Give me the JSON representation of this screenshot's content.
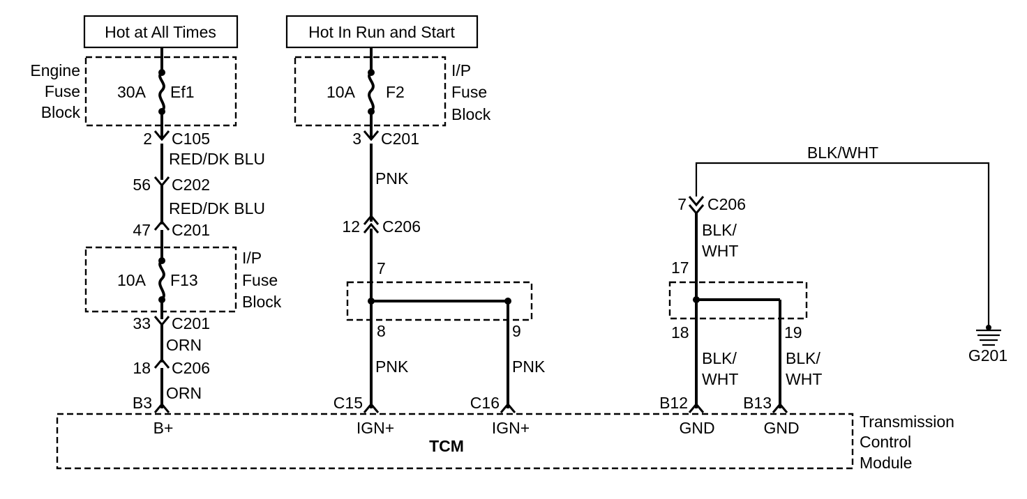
{
  "power_sources": {
    "hot_at_all_times": "Hot at All Times",
    "hot_in_run_start": "Hot In Run and Start"
  },
  "engine_fuse_block": {
    "label_line1": "Engine",
    "label_line2": "Fuse",
    "label_line3": "Block",
    "fuse_rating": "30A",
    "fuse_name": "Ef1"
  },
  "ip_fuse_block_f2": {
    "label_line1": "I/P",
    "label_line2": "Fuse",
    "label_line3": "Block",
    "fuse_rating": "10A",
    "fuse_name": "F2"
  },
  "ip_fuse_block_f13": {
    "label_line1": "I/P",
    "label_line2": "Fuse",
    "label_line3": "Block",
    "fuse_rating": "10A",
    "fuse_name": "F13"
  },
  "circuit_b_plus": {
    "c105_pin": "2",
    "c105": "C105",
    "wire1": "RED/DK BLU",
    "c202_pin": "56",
    "c202": "C202",
    "wire2": "RED/DK BLU",
    "c201a_pin": "47",
    "c201a": "C201",
    "c201b_pin": "33",
    "c201b": "C201",
    "wire3": "ORN",
    "c206_pin": "18",
    "c206": "C206",
    "wire4": "ORN",
    "tcm_pin": "B3",
    "tcm_label": "B+"
  },
  "circuit_ign": {
    "c201_pin": "3",
    "c201": "C201",
    "wire1": "PNK",
    "c206_pin": "12",
    "c206": "C206",
    "splice_in": "7",
    "splice_out_a": "8",
    "splice_out_b": "9",
    "wire_a": "PNK",
    "wire_b": "PNK",
    "tcm_pin_a": "C15",
    "tcm_pin_b": "C16",
    "tcm_label_a": "IGN+",
    "tcm_label_b": "IGN+"
  },
  "circuit_gnd": {
    "top_wire": "BLK/WHT",
    "c206_pin": "7",
    "c206": "C206",
    "wire1_line1": "BLK/",
    "wire1_line2": "WHT",
    "splice_in": "17",
    "splice_out_a": "18",
    "splice_out_b": "19",
    "wire_a_line1": "BLK/",
    "wire_a_line2": "WHT",
    "wire_b_line1": "BLK/",
    "wire_b_line2": "WHT",
    "tcm_pin_a": "B12",
    "tcm_pin_b": "B13",
    "tcm_label_a": "GND",
    "tcm_label_b": "GND",
    "ground_name": "G201"
  },
  "tcm": {
    "short_name": "TCM",
    "label_line1": "Transmission",
    "label_line2": "Control",
    "label_line3": "Module"
  }
}
